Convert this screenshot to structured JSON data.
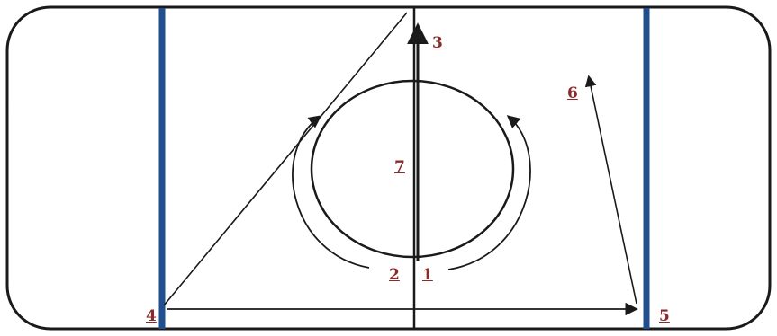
{
  "diagram": {
    "markers": {
      "m1": "1",
      "m2": "2",
      "m3": "3",
      "m4": "4",
      "m5": "5",
      "m6": "6",
      "m7": "7"
    },
    "colors": {
      "board": "#1a1a1a",
      "blue_line": "#1f4f8f",
      "path": "#1a1a1a",
      "marker_text": "#8b2a2a"
    }
  }
}
